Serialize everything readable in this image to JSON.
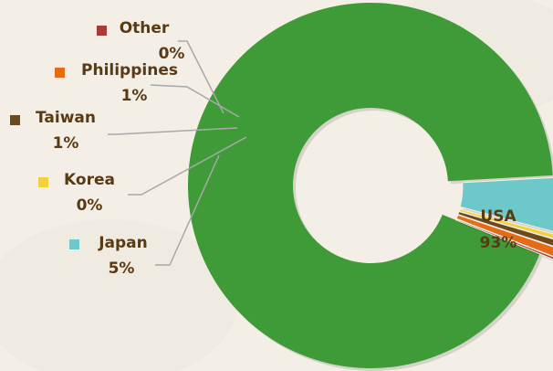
{
  "chart_data": {
    "type": "pie",
    "donut": true,
    "exploded": true,
    "title": "",
    "legend": "none",
    "data_labels": "outside-with-leader-lines",
    "slices": [
      {
        "name": "USA",
        "value": 93,
        "label": "93%",
        "color": "#3f9b37"
      },
      {
        "name": "Japan",
        "value": 5,
        "label": "5%",
        "color": "#6cc8c9"
      },
      {
        "name": "Korea",
        "value": 0.4,
        "label": "0%",
        "color": "#f4d03a"
      },
      {
        "name": "Taiwan",
        "value": 0.6,
        "label": "1%",
        "color": "#6b4a1f"
      },
      {
        "name": "Philippines",
        "value": 0.8,
        "label": "1%",
        "color": "#e46c16"
      },
      {
        "name": "Other",
        "value": 0.2,
        "label": "0%",
        "color": "#a83a3a"
      }
    ]
  }
}
